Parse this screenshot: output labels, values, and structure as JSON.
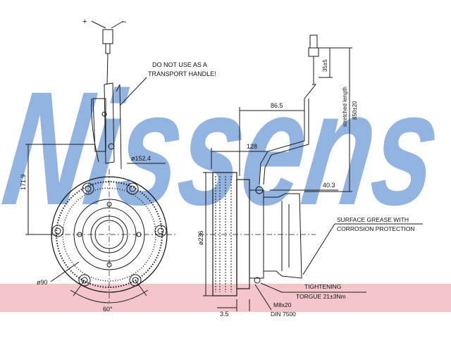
{
  "watermark": {
    "text": "Nissens",
    "color": "#3c78c8"
  },
  "colors": {
    "line": "#1a1a1a",
    "stripe": "#d9343f",
    "watermark": "#3c78c8"
  },
  "labels": {
    "plus": "+",
    "minus": "–",
    "warning_line1": "DO NOT USE AS A",
    "warning_line2": "TRANSPORT HANDLE!",
    "d152": "ø152.4",
    "h171": "171.9",
    "d90": "ø90",
    "ang60": "60°",
    "d865": "86.5",
    "d128": "128",
    "d403": "40.3",
    "d35": "35±5",
    "stretched": "stretched length",
    "l850": "850±20",
    "d236": "ø236",
    "d35b": "3.5",
    "grease1": "SURFACE GREASE WITH",
    "grease2": "CORROSION PROTECTION",
    "tight1": "TIGHTENING",
    "tight2": "TORGUE 21±3Nm",
    "m8": "M8x20",
    "din": "DIN 7500"
  }
}
